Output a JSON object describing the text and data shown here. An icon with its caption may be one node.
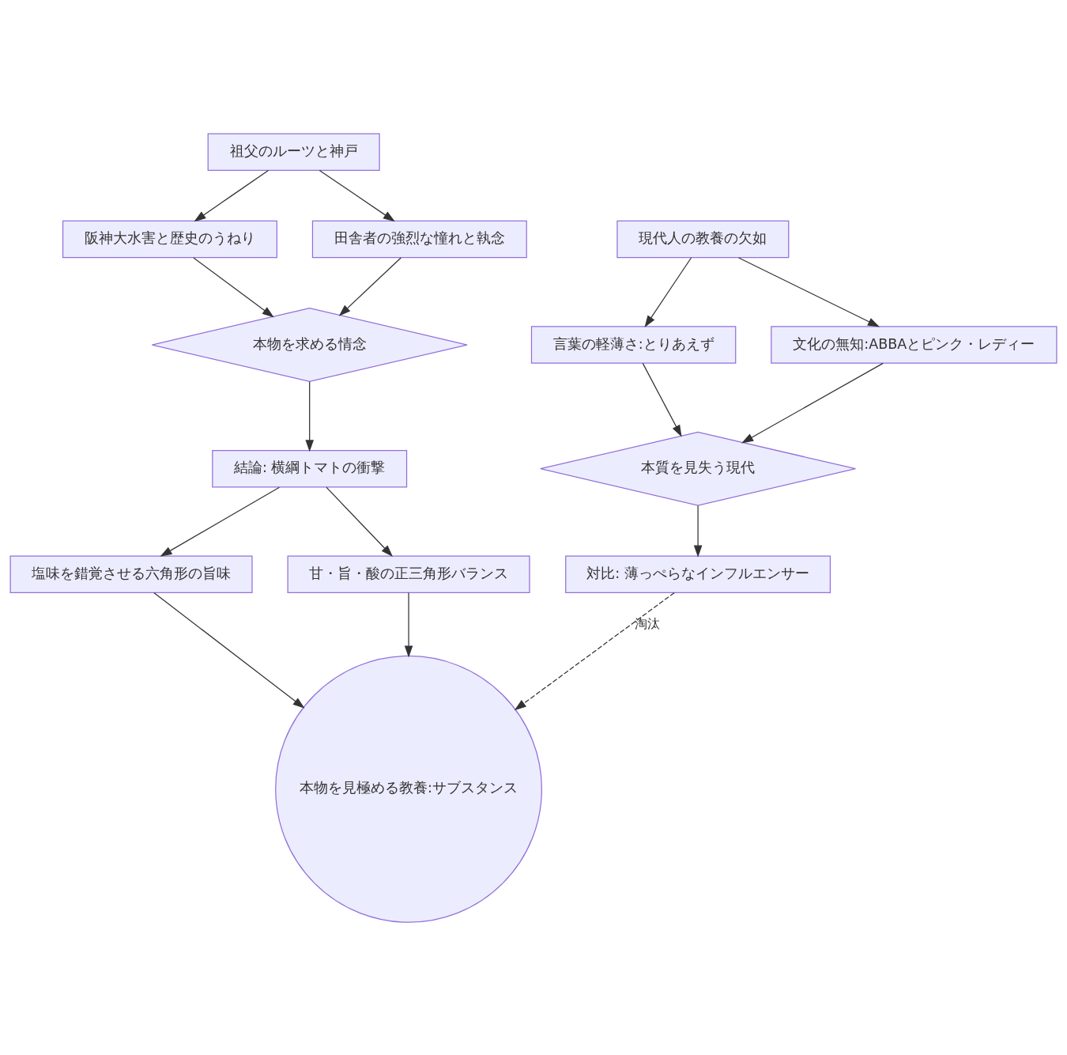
{
  "diagram": {
    "nodes": [
      {
        "text": [
          "祖父のルーツと神戸"
        ]
      },
      {
        "text": [
          "阪神大水害と歴史のうねり"
        ]
      },
      {
        "text": [
          "田舎者の強烈な憧れと執念"
        ]
      },
      {
        "text": [
          "本物を求める情念"
        ]
      },
      {
        "text": [
          "結論: 横綱トマトの衝撃"
        ]
      },
      {
        "text": [
          "塩味を錯覚させる六角形の旨味"
        ]
      },
      {
        "text": [
          "甘・旨・酸の正三角形バランス"
        ]
      },
      {
        "text": [
          "本物を見極める教養:サブスタンス"
        ]
      },
      {
        "text": [
          "現代人の教養の欠如"
        ]
      },
      {
        "text": [
          "言葉の軽薄さ:とりあえず"
        ]
      },
      {
        "text": [
          "文化の無知:ABBAとピンク・レディー"
        ]
      },
      {
        "text": [
          "本質を見失う現代"
        ]
      },
      {
        "text": [
          "対比: 薄っぺらなインフルエンサー"
        ]
      }
    ],
    "edges": [
      {
        "from": 0,
        "to": 1,
        "arrow": "to"
      },
      {
        "from": 0,
        "to": 2,
        "arrow": "to"
      },
      {
        "from": 1,
        "to": 3,
        "arrow": "to"
      },
      {
        "from": 2,
        "to": 3,
        "arrow": "to"
      },
      {
        "from": 3,
        "to": 4,
        "arrow": "to"
      },
      {
        "from": 4,
        "to": 5,
        "arrow": "to"
      },
      {
        "from": 4,
        "to": 6,
        "arrow": "to"
      },
      {
        "from": 5,
        "to": 7,
        "arrow": "to"
      },
      {
        "from": 6,
        "to": 7,
        "arrow": "to"
      },
      {
        "from": 8,
        "to": 9,
        "arrow": "to"
      },
      {
        "from": 8,
        "to": 10,
        "arrow": "to"
      },
      {
        "from": 9,
        "to": 11,
        "arrow": "to"
      },
      {
        "from": 10,
        "to": 11,
        "arrow": "to"
      },
      {
        "from": 11,
        "to": 12,
        "arrow": "to"
      },
      {
        "from": 12,
        "to": 7,
        "arrow": "to",
        "label": "淘汰",
        "style": "dashed"
      }
    ]
  }
}
